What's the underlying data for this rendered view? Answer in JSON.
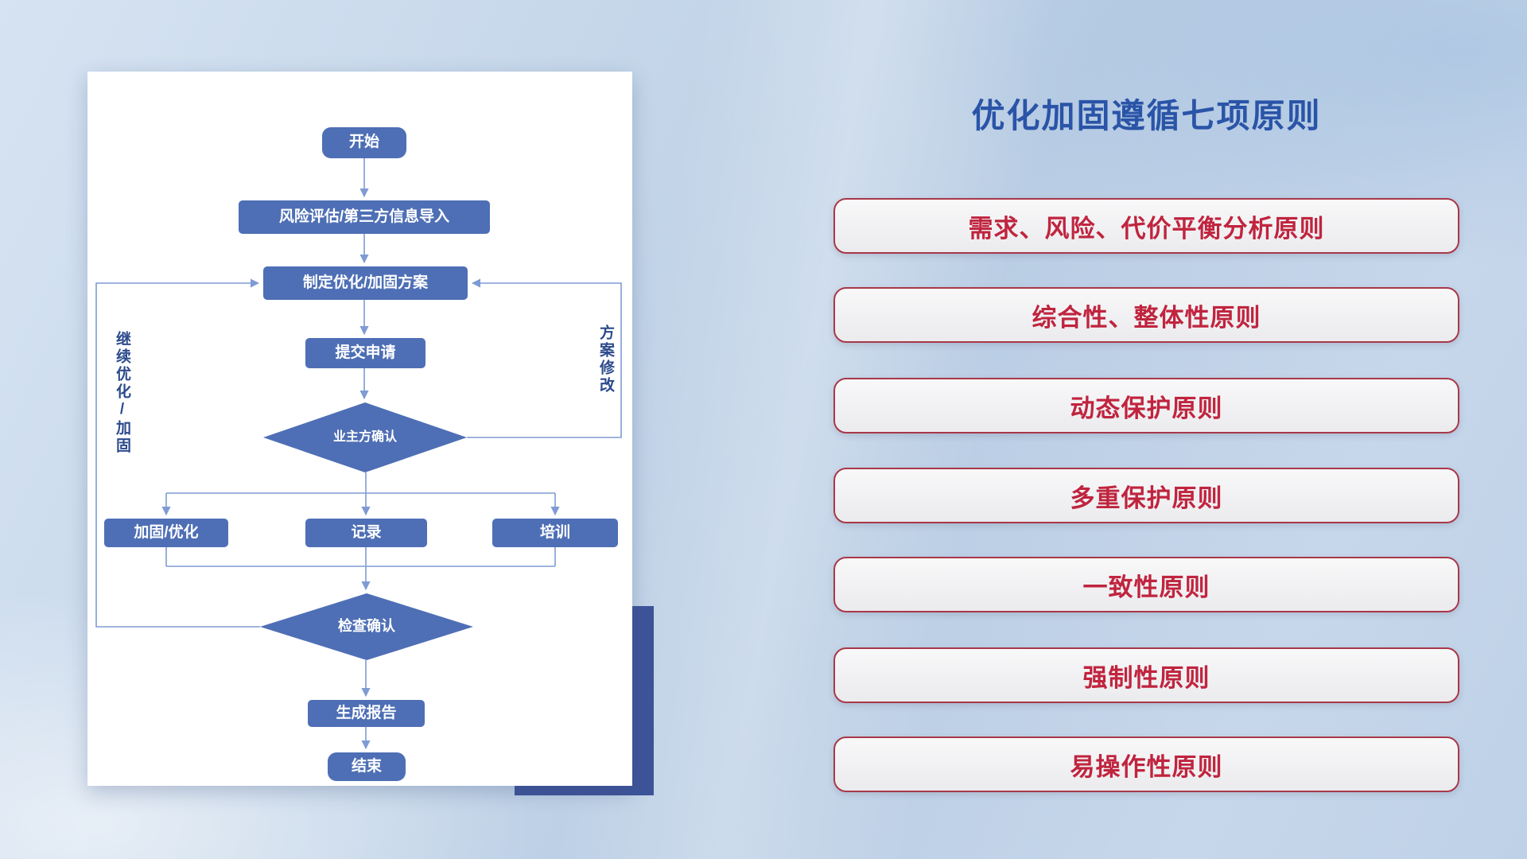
{
  "title": "优化加固遵循七项原则",
  "flowchart": {
    "start": "开始",
    "risk_import": "风险评估/第三方信息导入",
    "make_plan": "制定优化/加固方案",
    "submit": "提交申请",
    "owner_confirm": "业主方确认",
    "harden_optimize": "加固/优化",
    "record": "记录",
    "training": "培训",
    "check_confirm": "检查确认",
    "generate_report": "生成报告",
    "end": "结束",
    "loop_left_label": "继续优化/加固",
    "loop_right_label": "方案修改"
  },
  "principles": [
    "需求、风险、代价平衡分析原则",
    "综合性、整体性原则",
    "动态保护原则",
    "多重保护原则",
    "一致性原则",
    "强制性原则",
    "易操作性原则"
  ],
  "colors": {
    "node_fill": "#4e6fb5",
    "connector": "#7e9bd4",
    "title": "#2a54a7",
    "principle_text": "#c0243e",
    "principle_border": "#a83848",
    "accent_rect": "#3e5499"
  }
}
